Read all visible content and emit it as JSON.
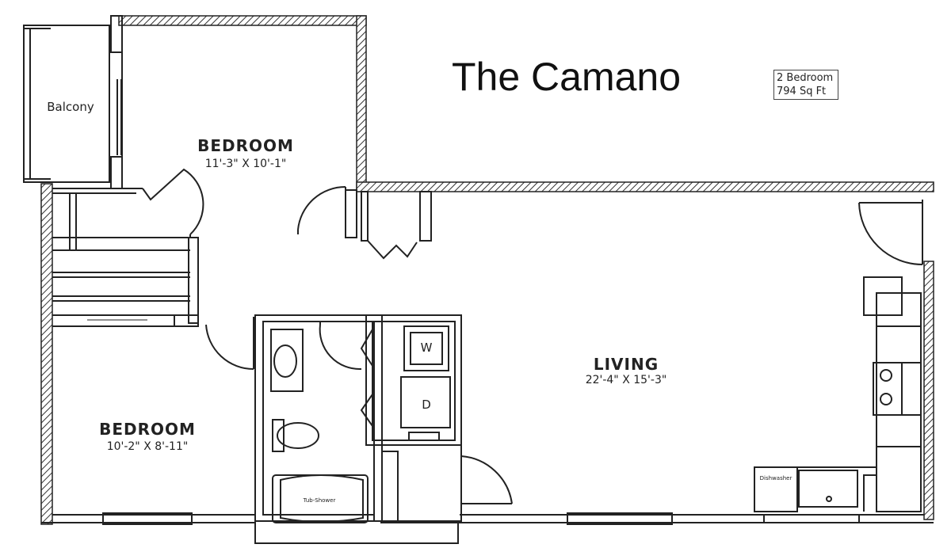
{
  "plan": {
    "name": "The Camano",
    "unit_type": "2 Bedroom",
    "area": "794 Sq Ft"
  },
  "rooms": {
    "bedroom_top": {
      "name": "BEDROOM",
      "size": "11'-3\" X 10'-1\""
    },
    "bedroom_bottom": {
      "name": "BEDROOM",
      "size": "10'-2\" X 8'-11\""
    },
    "living": {
      "name": "LIVING",
      "size": "22'-4\" X 15'-3\""
    },
    "balcony": {
      "name": "Balcony"
    }
  },
  "fixtures": {
    "washer": "W",
    "dryer": "D",
    "tub": "Tub-Shower",
    "dishwasher": "Dishwasher"
  },
  "colors": {
    "wall": "#222222",
    "hatch": "#555555"
  }
}
